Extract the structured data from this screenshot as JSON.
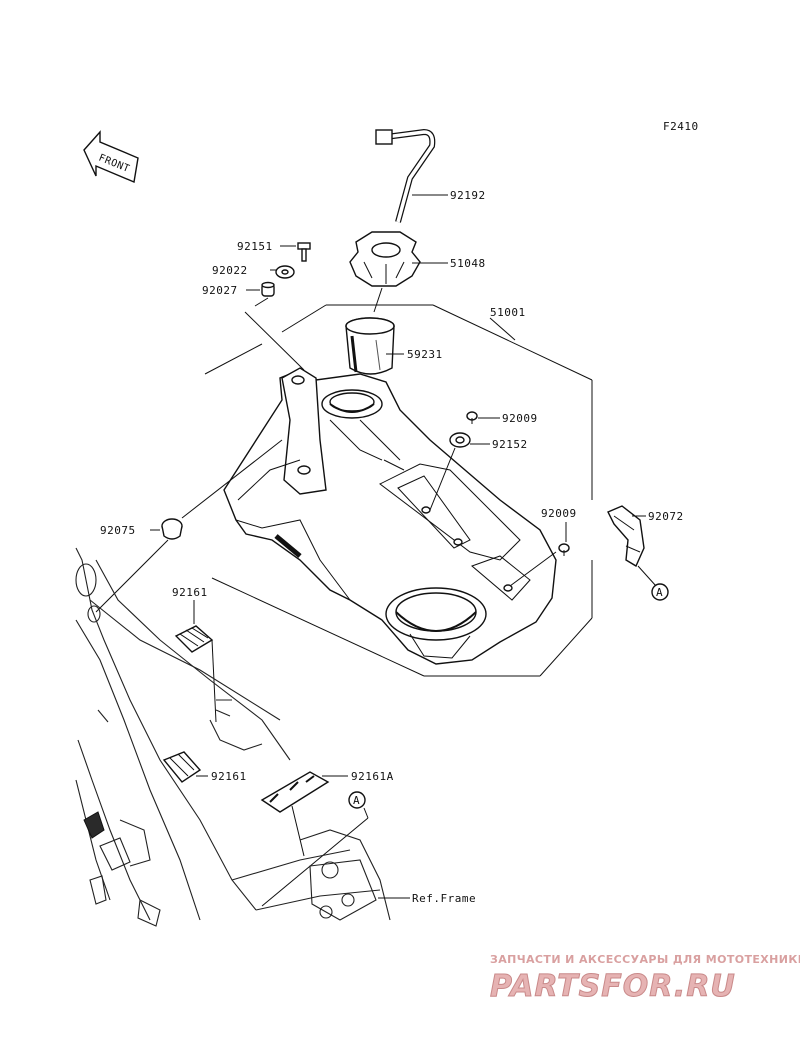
{
  "figure_code": "F2410",
  "front_arrow_text": "FRONT",
  "parts": {
    "p92192": "92192",
    "p92151": "92151",
    "p51048": "51048",
    "p92022": "92022",
    "p92027": "92027",
    "p51001": "51001",
    "p59231": "59231",
    "p92009a": "92009",
    "p92152": "92152",
    "p92009b": "92009",
    "p92072": "92072",
    "p92075": "92075",
    "p92161a": "92161",
    "p92161b": "92161",
    "p92161A": "92161A"
  },
  "ref_marker_a1": "A",
  "ref_marker_a2": "A",
  "ref_frame": "Ref.Frame",
  "watermark": {
    "tagline": "ЗАПЧАСТИ И АКСЕССУАРЫ ДЛЯ МОТОТЕХНИКИ",
    "brand": "PARTSFOR.RU"
  }
}
